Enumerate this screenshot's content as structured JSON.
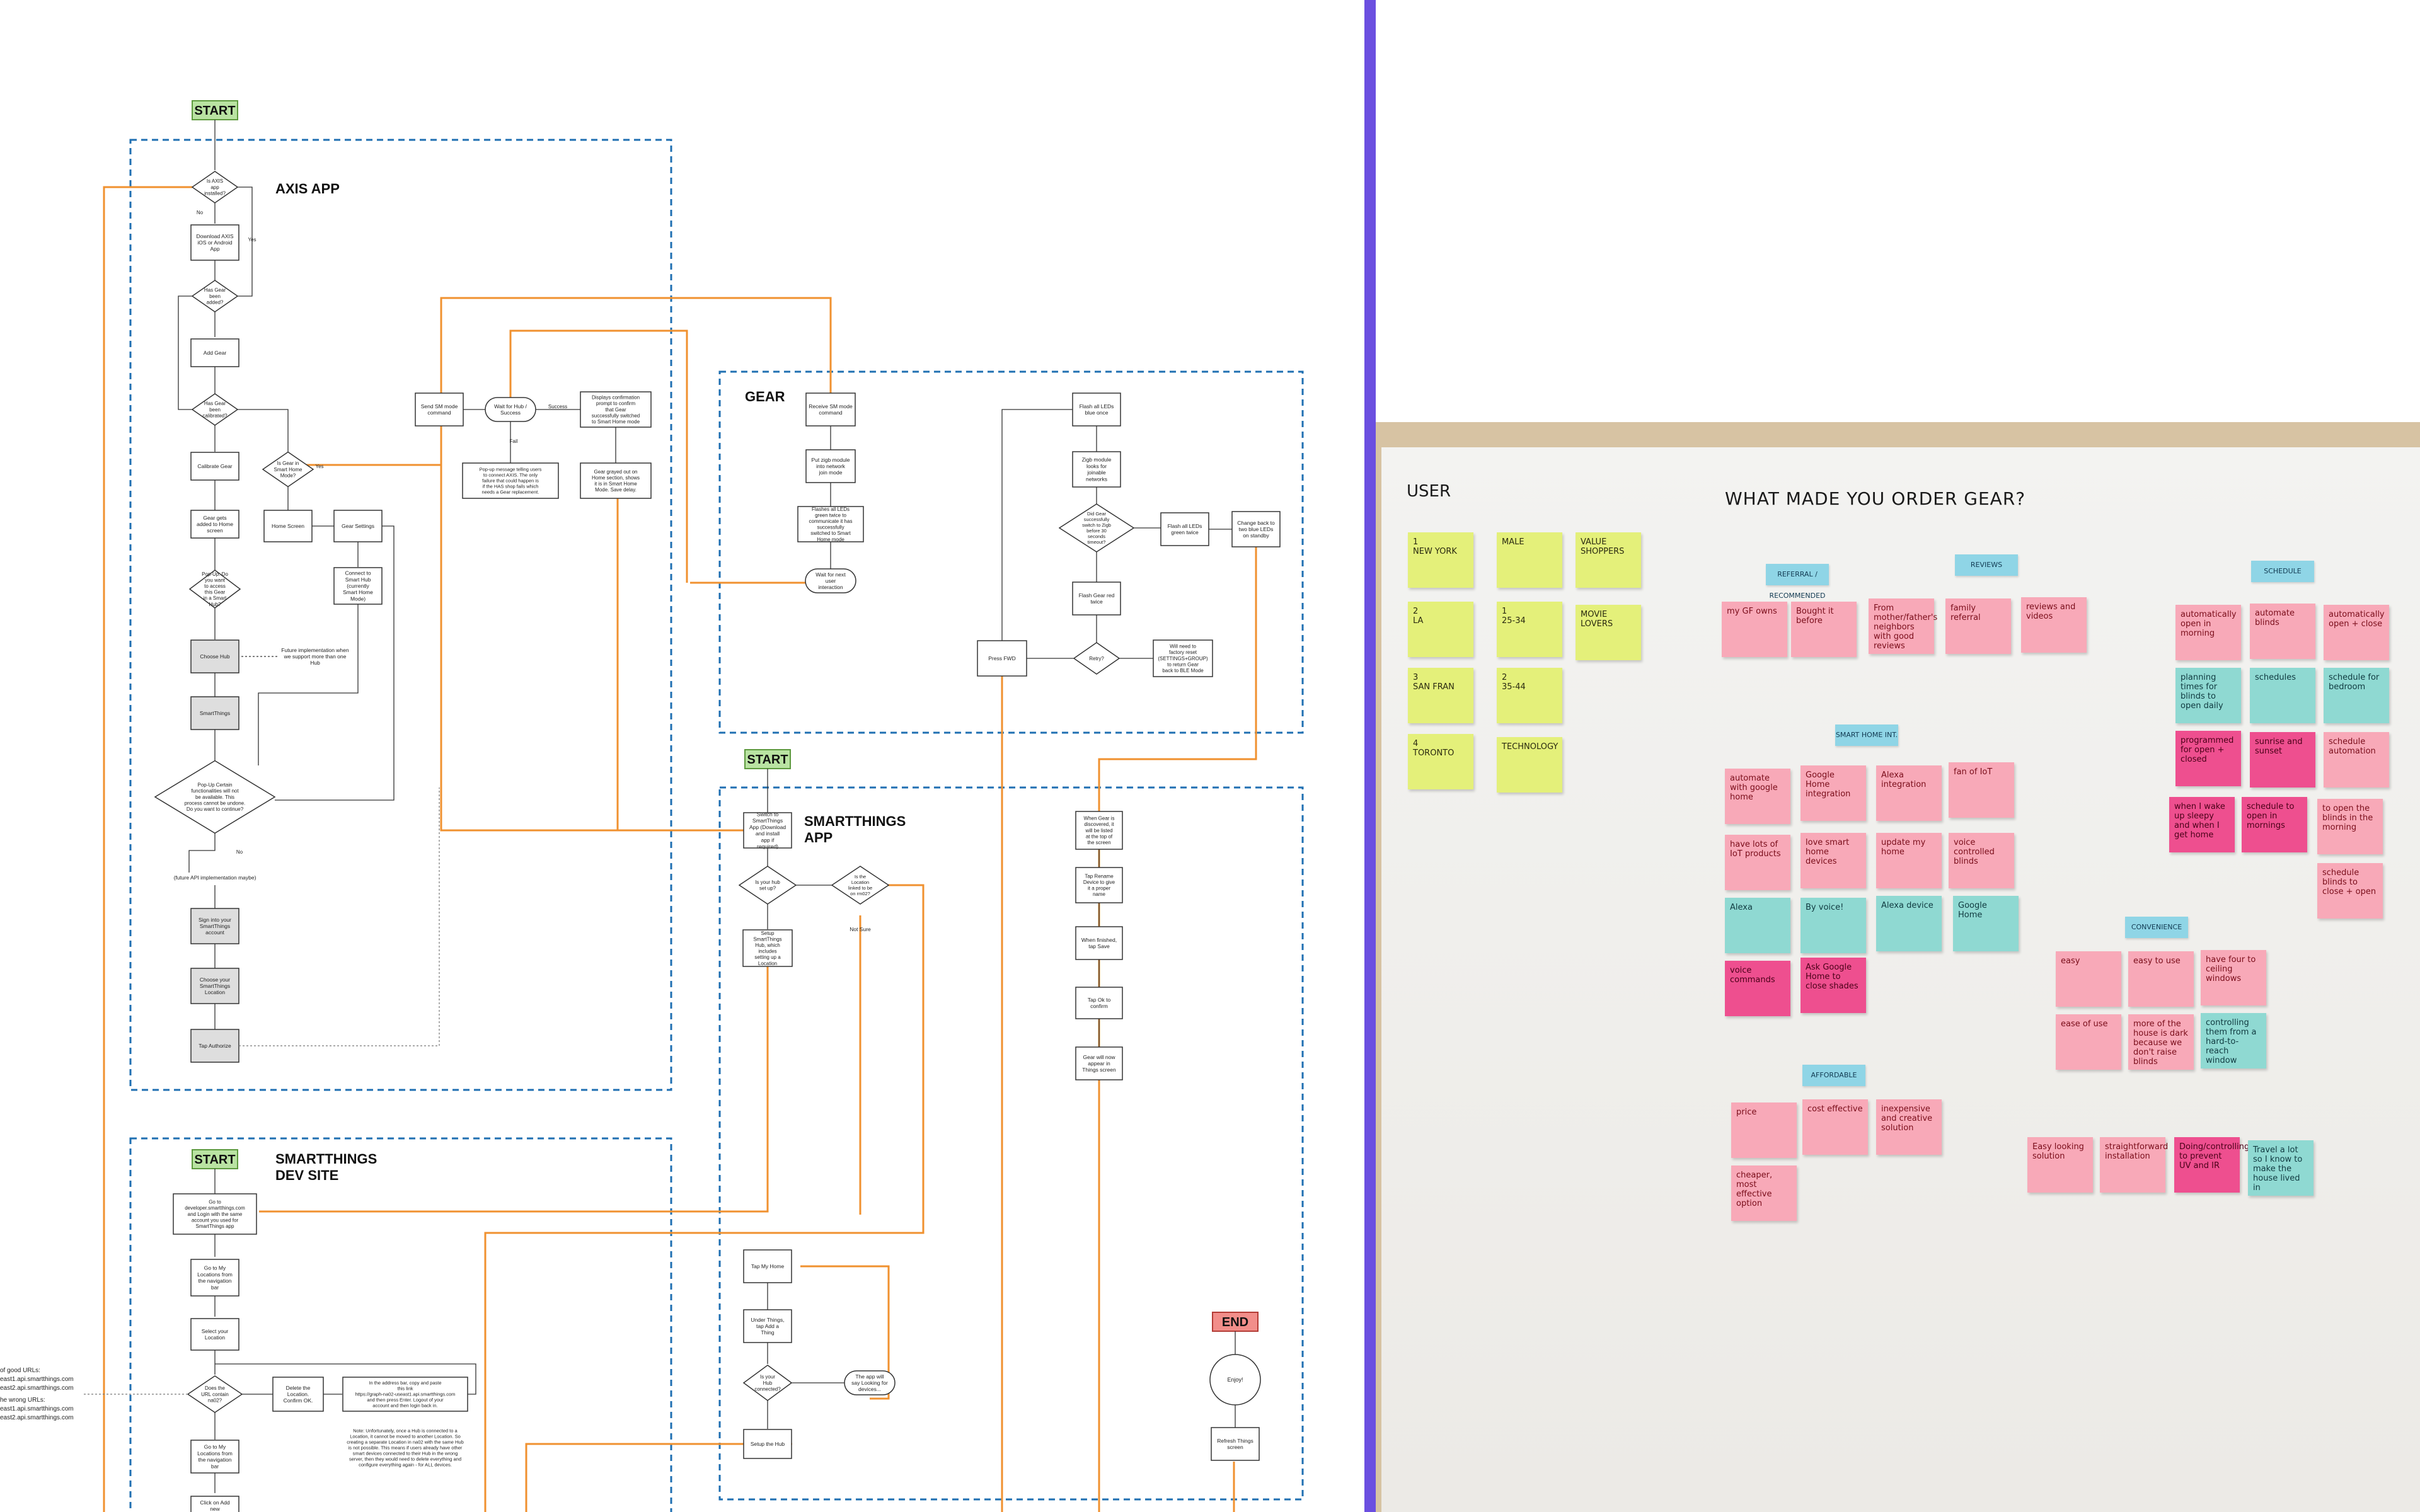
{
  "flowchart": {
    "axis_app": {
      "start": "START",
      "title": "AXIS APP",
      "nodes": {
        "installed_q": "Is AXIS app installed?",
        "download": "Download AXIS iOS or Android App",
        "gear_added_q": "Has Gear been added?",
        "add_gear": "Add Gear",
        "calibrated_q": "Has Gear been calibrated?",
        "calibrate": "Calibrate Gear",
        "smart_mode_q": "Is Gear in Smart Home Mode?",
        "gear_added_home": "Gear gets added to Home screen",
        "home_screen": "Home Screen",
        "gear_settings": "Gear Settings",
        "connect_hub": "Connect to Smart Hub (currently Smart Home Mode)",
        "popup_access": "Pop-Up: Do you want to access this Gear in a Smart Hub?",
        "choose_hub": "Choose Hub",
        "smartthings": "SmartThings",
        "future_note": "Future implementation when we support more than one Hub",
        "popup_warning": "Pop-Up Certain functionalities will not be available. This process cannot be undone. Do you want to continue?",
        "future_api": "(future API implementation maybe)",
        "sign_into": "Sign into your SmartThings account",
        "choose_location": "Choose your SmartThings Location",
        "tap_authorize": "Tap Authorize",
        "send_sm": "Send SM mode command",
        "wait_hub": "Wait for Hub / Success",
        "displays_confirm": "Displays confirmation prompt to confirm that Gear successfully switched to Smart Home mode",
        "popup_message": "Pop-up message telling users to connect AXIS. The only failure that could happen is if the HAS shop fails which needs a Gear replacement.",
        "gear_grayed": "Gear grayed out on Home section, shows it is in Smart Home Mode. Save delay.",
        "yes": "Yes",
        "no": "No",
        "success": "Success",
        "fail": "Fail"
      }
    },
    "gear": {
      "title": "GEAR",
      "nodes": {
        "receive_sm": "Receive SM mode command",
        "put_zigb": "Put zigb module into network join mode",
        "flashes_leds": "Flashes all LEDs green twice to communicate it has successfully switched to Smart Home mode",
        "wait_next": "Wait for next user interaction",
        "flash_blue": "Flash all LEDs blue once",
        "zigb_looks": "Zigb module looks for joinable networks",
        "did_join_q": "Did Gear successfully switch to Zigb before 30 seconds timeout?",
        "flash_green": "Flash all LEDs green twice",
        "change_back": "Change back to two blue LEDs on standby",
        "flash_red": "Flash Gear red twice",
        "retry_q": "Retry?",
        "press_fwd": "Press FWD",
        "will_need": "Will need to factory reset (SETTINGS+GROUP) to return Gear back to BLE Mode"
      }
    },
    "smartthings_app": {
      "start": "START",
      "title": "SMARTTHINGS APP",
      "nodes": {
        "switch_app": "Switch to SmartThings App (Download and install app if required)",
        "hub_setup_q": "Is your hub set up?",
        "location_linked_q": "Is the Location linked to be on rm02?",
        "setup_hub_location": "Setup SmartThings Hub, which includes setting up a Location",
        "not_sure": "Not Sure",
        "when_gear": "When Gear is discovered, it will be listed at the top of the screen",
        "tap_rename": "Tap Rename Device to give it a proper name",
        "when_finished": "When finished, tap Save",
        "tap_ok": "Tap Ok to confirm",
        "gear_appear": "Gear will now appear in Things screen",
        "tap_my_home": "Tap My Home",
        "under_things": "Under Things, tap Add a Thing",
        "hub_connected_q": "Is your Hub connected?",
        "app_looking": "The app will say Looking for devices...",
        "setup_hub": "Setup the Hub",
        "end": "END",
        "enjoy": "Enjoy!",
        "refresh": "Refresh Things screen"
      }
    },
    "dev_site": {
      "start": "START",
      "title": "SMARTTHINGS DEV SITE",
      "nodes": {
        "go_dev": "Go to developer.smartthings.com and Login with the same account you used for SmartThings app",
        "go_my_locations": "Go to My Locations from the navigation bar",
        "select_location": "Select your Location",
        "does_url_q": "Does the URL contain na02?",
        "delete_location": "Delete the Location. Confirm OK.",
        "in_address_bar": "In the address bar, copy and paste this link https://graph-na02-useast1.api.smartthings.com and then press Enter. Logout of your account and then login back in.",
        "go_my_locations_2": "Go to My Locations from the navigation bar",
        "click_add": "Click on Add new",
        "note_unfortunately": "Note: Unfortunately, once a Hub is connected to a Location, it cannot be moved to another Location. So creating a separate Location in na02 with the same Hub is not possible. This means if users already have other smart devices connected to their Hub in the wrong server, then they would need to delete everything and configure everything again - for ALL devices."
      },
      "url_note": {
        "good_header": "of good URLs:",
        "good_1": "east1.api.smartthings.com",
        "good_2": "east2.api.smartthings.com",
        "wrong_header": "he wrong URLs:",
        "wrong_1": "east1.api.smartthings.com",
        "wrong_2": "east2.api.smartthings.com"
      }
    }
  },
  "board": {
    "user_header": "USER",
    "main_header": "WHAT MADE YOU ORDER GEAR?",
    "user_notes": [
      {
        "n": "1",
        "text": "NEW YORK"
      },
      {
        "n": "2",
        "text": "LA"
      },
      {
        "n": "3",
        "text": "SAN FRAN"
      },
      {
        "n": "4",
        "text": "TORONTO"
      },
      {
        "n": "",
        "text": "MALE"
      },
      {
        "n": "1",
        "text": "25-34"
      },
      {
        "n": "2",
        "text": "35-44"
      },
      {
        "n": "",
        "text": "TECHNOLOGY"
      },
      {
        "n": "",
        "text": "VALUE SHOPPERS"
      },
      {
        "n": "",
        "text": "MOVIE LOVERS"
      }
    ],
    "categories": {
      "reviews_header": "REVIEWS",
      "referral_header": "REFERRAL / RECOMMENDED",
      "schedule_header": "SCHEDULE",
      "smart_home_header": "SMART HOME INT.",
      "convenience_header": "CONVENIENCE",
      "affordable_header": "AFFORDABLE"
    },
    "notes": {
      "referral": [
        "my GF owns",
        "Bought it before",
        "From mother/father's neighbors with good reviews",
        "family referral"
      ],
      "reviews": [
        "reviews and videos"
      ],
      "schedule": [
        "automatically open in morning",
        "automate blinds",
        "automatically open + close",
        "planning times for blinds to open daily",
        "schedules",
        "schedule for bedroom",
        "programmed for open + closed",
        "sunrise and sunset",
        "schedule automation",
        "when I wake up sleepy and when I get home",
        "schedule to open in mornings",
        "to open the blinds in the morning",
        "schedule blinds to close + open"
      ],
      "smart_home": [
        "automate with google home",
        "Google Home integration",
        "Alexa integration",
        "fan of IoT",
        "have lots of IoT products",
        "love smart home devices",
        "update my home",
        "voice controlled blinds",
        "Alexa",
        "By voice!",
        "Alexa device",
        "Google Home",
        "voice commands",
        "Ask Google Home to close shades"
      ],
      "convenience": [
        "easy",
        "easy to use",
        "have four to ceiling windows",
        "ease of use",
        "more of the house is dark because we don't raise blinds",
        "controlling them from a hard-to-reach window"
      ],
      "affordable": [
        "price",
        "cost effective",
        "inexpensive and creative solution",
        "cheaper, most effective option"
      ],
      "misc": [
        "Easy looking solution",
        "straightforward installation",
        "Doing/controlling to prevent UV and IR",
        "Travel a lot so I know to make the house lived in"
      ]
    }
  }
}
